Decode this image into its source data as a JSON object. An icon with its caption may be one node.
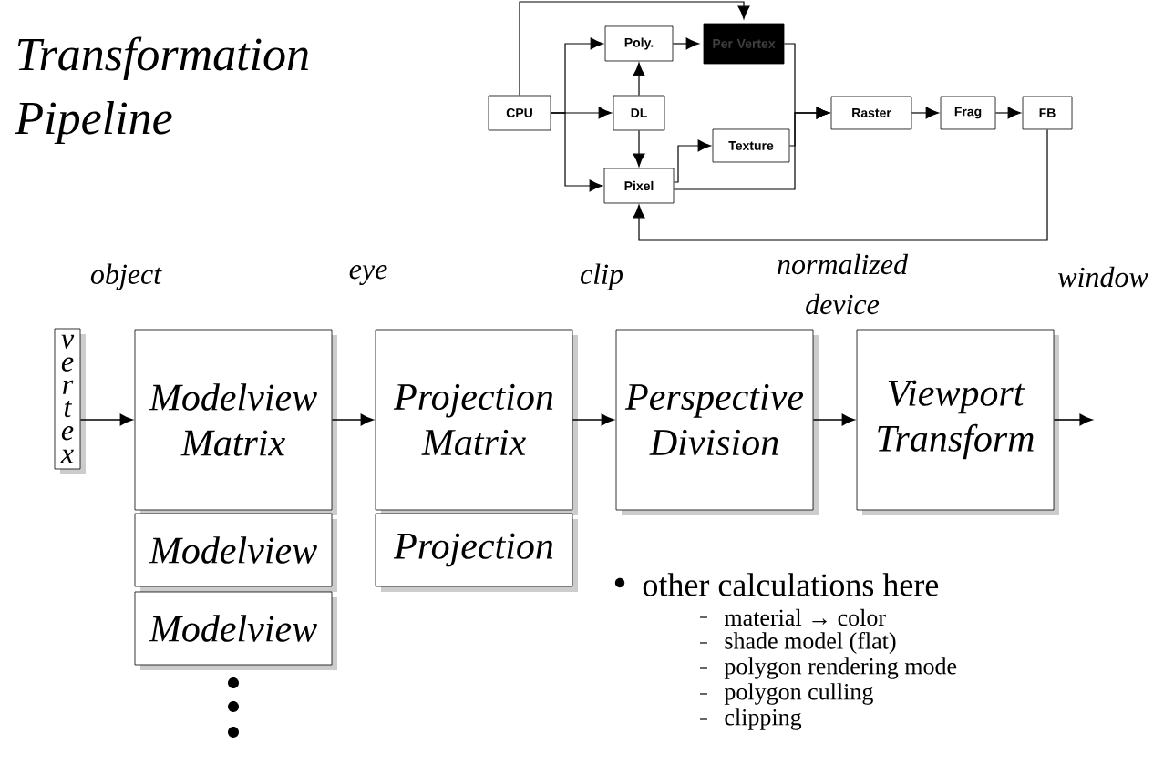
{
  "diagram": {
    "title": "Transformation Pipeline",
    "nodes": [
      {
        "text": [
          "CPU"
        ]
      },
      {
        "text": [
          "Poly."
        ]
      },
      {
        "text": [
          "Per Vertex"
        ]
      },
      {
        "text": [
          "DL"
        ]
      },
      {
        "text": [
          "Texture"
        ]
      },
      {
        "text": [
          "Pixel"
        ]
      },
      {
        "text": [
          "Raster"
        ]
      },
      {
        "text": [
          "Frag"
        ]
      },
      {
        "text": [
          "FB"
        ]
      },
      {
        "text": [
          "vertex"
        ]
      },
      {
        "text": [
          "Modelview Matrix"
        ]
      },
      {
        "text": [
          "Projection Matrix"
        ]
      },
      {
        "text": [
          "Perspective Division"
        ]
      },
      {
        "text": [
          "Viewport Transform"
        ]
      },
      {
        "text": [
          "Modelview"
        ]
      },
      {
        "text": [
          "Modelview"
        ]
      },
      {
        "text": [
          "Projection"
        ]
      }
    ],
    "edges": [
      {
        "from": 0,
        "to": 2,
        "arrow": "to"
      },
      {
        "from": 0,
        "to": 1,
        "arrow": "to"
      },
      {
        "from": 0,
        "to": 3,
        "arrow": "to"
      },
      {
        "from": 0,
        "to": 5,
        "arrow": "to"
      },
      {
        "from": 3,
        "to": 1,
        "arrow": "to"
      },
      {
        "from": 3,
        "to": 5,
        "arrow": "to"
      },
      {
        "from": 1,
        "to": 2,
        "arrow": "to"
      },
      {
        "from": 2,
        "to": 6,
        "arrow": "to"
      },
      {
        "from": 5,
        "to": 4,
        "arrow": "to"
      },
      {
        "from": 4,
        "to": 6,
        "arrow": "to"
      },
      {
        "from": 5,
        "to": 6,
        "arrow": "to"
      },
      {
        "from": 6,
        "to": 7,
        "arrow": "to"
      },
      {
        "from": 7,
        "to": 8,
        "arrow": "to"
      },
      {
        "from": 8,
        "to": 5,
        "arrow": "to"
      },
      {
        "from": 9,
        "to": 10,
        "arrow": "to"
      },
      {
        "from": 10,
        "to": 11,
        "arrow": "to"
      },
      {
        "from": 11,
        "to": 12,
        "arrow": "to"
      },
      {
        "from": 12,
        "to": 13,
        "arrow": "to"
      },
      {
        "from": 13,
        "to": null,
        "arrow": "to"
      }
    ],
    "labels": [
      "object",
      "eye",
      "clip",
      "normalized device",
      "window",
      "other calculations here",
      "material → color",
      "shade model (flat)",
      "polygon rendering mode",
      "polygon culling",
      "clipping"
    ]
  }
}
